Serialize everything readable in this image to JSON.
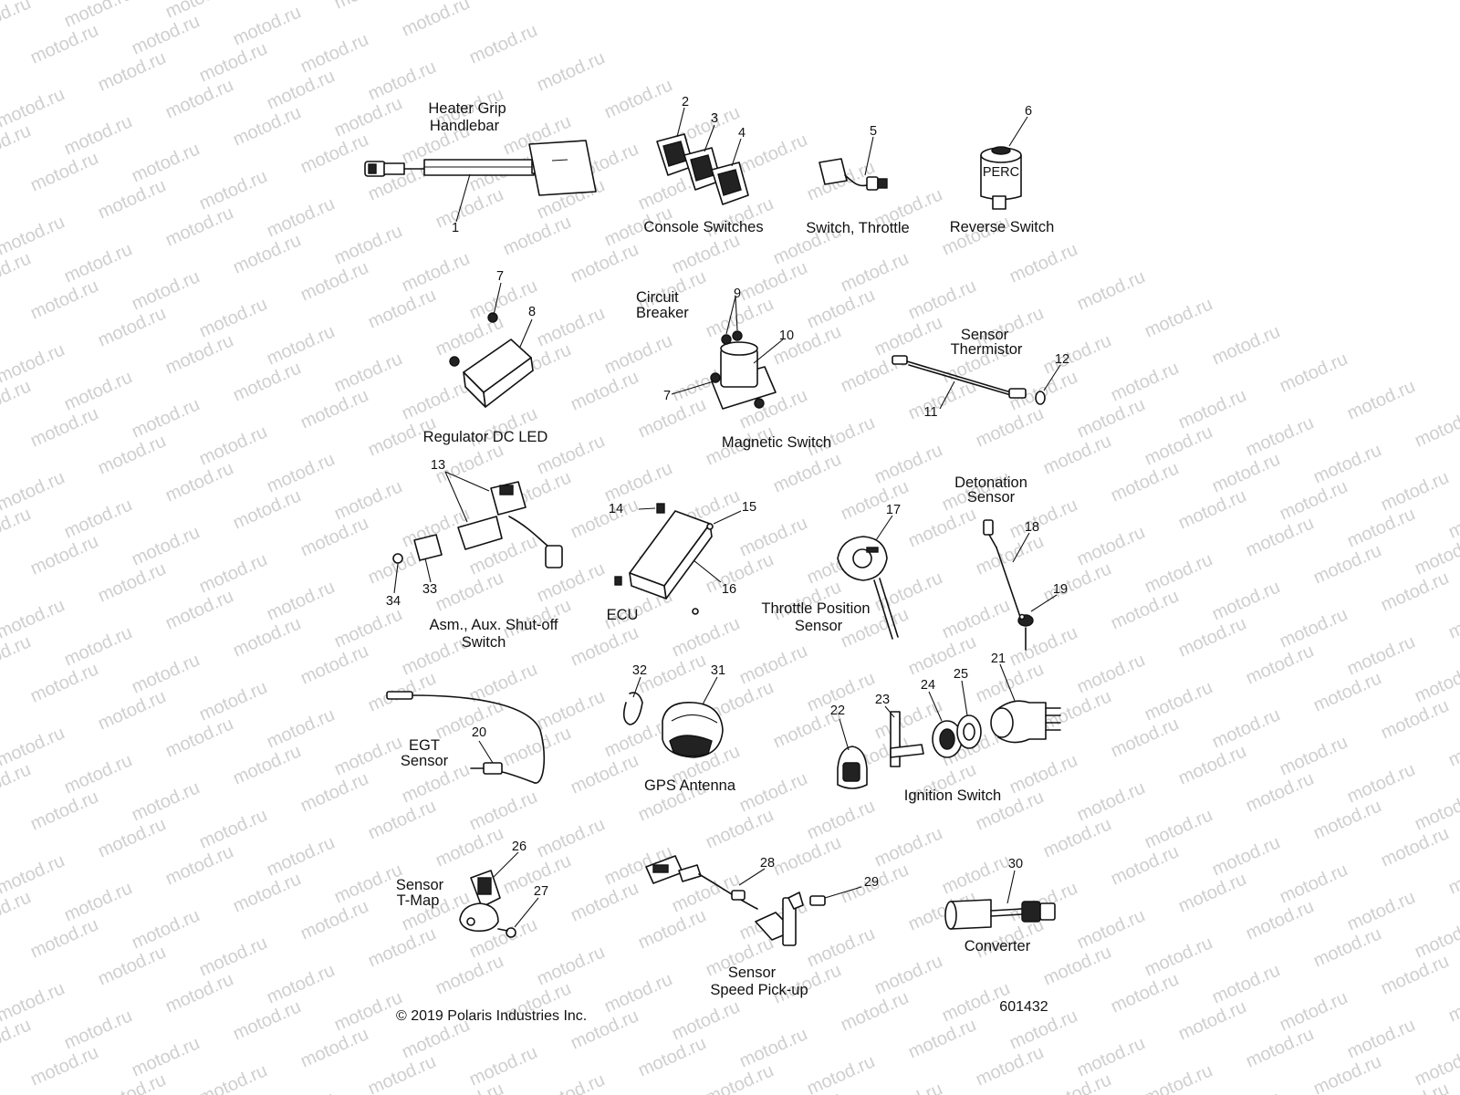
{
  "watermark": "motod.ru",
  "groups": {
    "heater_grip": {
      "line1": "Heater Grip",
      "line2": "Handlebar"
    },
    "console_switches": "Console Switches",
    "switch_throttle": "Switch, Throttle",
    "reverse_switch": "Reverse Switch",
    "perc_marking": "PERC",
    "regulator": "Regulator DC LED",
    "circuit_breaker": {
      "line1": "Circuit",
      "line2": "Breaker"
    },
    "magnetic_switch": "Magnetic Switch",
    "sensor_thermistor": {
      "line1": "Sensor",
      "line2": "Thermistor"
    },
    "aux_shutoff": {
      "line1": "Asm., Aux. Shut-off",
      "line2": "Switch"
    },
    "ecu": "ECU",
    "throttle_position": {
      "line1": "Throttle Position",
      "line2": "Sensor"
    },
    "detonation": {
      "line1": "Detonation",
      "line2": "Sensor"
    },
    "egt": {
      "line1": "EGT",
      "line2": "Sensor"
    },
    "gps_antenna": "GPS Antenna",
    "ignition_switch": "Ignition Switch",
    "sensor_tmap": {
      "line1": "Sensor",
      "line2": "T-Map"
    },
    "speed_pickup": {
      "line1": "Sensor",
      "line2": "Speed Pick-up"
    },
    "converter": "Converter"
  },
  "callouts": {
    "n1": "1",
    "n2": "2",
    "n3": "3",
    "n4": "4",
    "n5": "5",
    "n6": "6",
    "n7a": "7",
    "n7b": "7",
    "n8": "8",
    "n9": "9",
    "n10": "10",
    "n11": "11",
    "n12": "12",
    "n13": "13",
    "n14": "14",
    "n15": "15",
    "n16": "16",
    "n17": "17",
    "n18": "18",
    "n19": "19",
    "n20": "20",
    "n21": "21",
    "n22": "22",
    "n23": "23",
    "n24": "24",
    "n25": "25",
    "n26": "26",
    "n27": "27",
    "n28": "28",
    "n29": "29",
    "n30": "30",
    "n31": "31",
    "n32": "32",
    "n33": "33",
    "n34": "34"
  },
  "footer": {
    "copyright": "© 2019 Polaris Industries Inc.",
    "diagram_id": "601432"
  }
}
